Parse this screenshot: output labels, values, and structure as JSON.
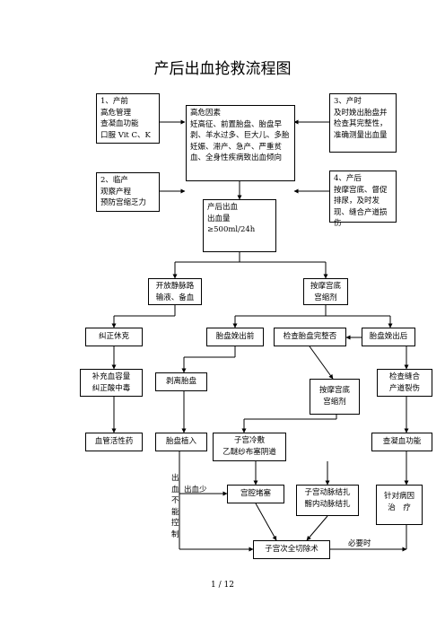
{
  "title": "产后出血抢救流程图",
  "nodes": {
    "prenatal": "1、产前\n高危管理\n查凝血功能\n口服 Vit C、K",
    "causes": "高危因素\n妊高征、前置胎盘、胎盘早剥、羊水过多、巨大儿、多胎妊娠、滞产、急产、严重贫血、全身性疾病致出血倾向",
    "intra": "2、临产\n观察产程\n预防宫缩乏力",
    "third": "3、产时\n及时娩出胎盘并检查其完整性，准确测量出血量",
    "postpartum": "4、产后\n按摩宫底、督促排尿，及时发现、缝合产道损伤",
    "pph": "产后出血\n出血量≥500ml/24h",
    "iv": "开放静脉路\n输液、备血",
    "massage1": "按摩宫底\n宫缩剂",
    "correct_shock": "纠正休克",
    "before_delivery": "胎盘娩出前",
    "check_placenta": "检查胎盘完整否",
    "after_delivery": "胎盘娩出后",
    "replenish": "补充血容量\n纠正酸中毒",
    "manual_removal": "剥离胎盘",
    "massage2": "按摩宫底\n宫缩剂",
    "suture": "检查缝合\n产道裂伤",
    "vasoactive": "血管活性药",
    "accreta": "胎盘植入",
    "cold": "子宫冷敷\n乙醚纱布塞阴道",
    "coag": "查凝血功能",
    "packing": "宫腔堵塞",
    "artery": "子宫动脉结扎\n髂内动脉结扎",
    "cause_tx": "针对病因\n治　疗",
    "hysterectomy": "子宫次全切除术"
  },
  "labels": {
    "uncontrolled": "出\n血\n不\n能\n控\n制",
    "less_bleeding": "出血少",
    "when_needed": "必要时"
  },
  "page_number": "1 / 12"
}
